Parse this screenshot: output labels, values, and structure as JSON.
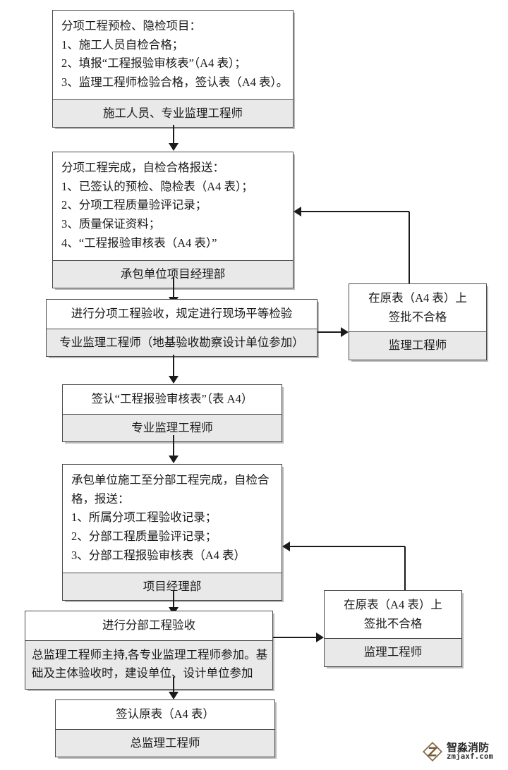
{
  "chart_data": {
    "type": "diagram",
    "title": "分项/分部工程验收流程图",
    "diagram_kind": "flowchart",
    "orientation": "top-to-bottom",
    "node_count": 9,
    "edge_count": 10
  },
  "nodes": {
    "n1": {
      "id": "n1",
      "body_lines": [
        "分项工程预检、隐检项目：",
        "1、施工人员自检合格；",
        "2、填报“工程报验审核表”（A4 表）；",
        "3、监理工程师检验合格，签认表（A4 表）。"
      ],
      "footer": "施工人员、专业监理工程师"
    },
    "n2": {
      "id": "n2",
      "body_lines": [
        "分项工程完成，自检合格报送：",
        "1、已签认的预检、隐检表（A4 表）；",
        "2、分项工程质量验评记录；",
        "3、质量保证资料；",
        "4、“工程报验审核表（A4 表）”"
      ],
      "footer": "承包单位项目经理部"
    },
    "n3": {
      "id": "n3",
      "body_lines": [
        "进行分项工程验收，规定进行现场平等检验"
      ],
      "footer": "专业监理工程师（地基验收勘察设计单位参加）"
    },
    "n4": {
      "id": "n4",
      "body_lines": [
        "签认“工程报验审核表”（表 A4）"
      ],
      "footer": "专业监理工程师"
    },
    "n5": {
      "id": "n5",
      "body_lines": [
        "承包单位施工至分部工程完成，自检合",
        "格，报送：",
        "1、所属分项工程验收记录；",
        "2、分部工程质量验评记录；",
        "3、分部工程报验审核表（A4 表）"
      ],
      "footer": "项目经理部"
    },
    "n6": {
      "id": "n6",
      "body_lines": [
        "进行分部工程验收"
      ],
      "footer_lines": [
        "总监理工程师主持,各专业监理工程师参加。基",
        "础及主体验收时，建设单位、设计单位参加"
      ]
    },
    "n7": {
      "id": "n7",
      "body_lines": [
        "签认原表（A4 表）"
      ],
      "footer": "总监理工程师"
    },
    "r1": {
      "id": "r1",
      "body_lines": [
        "在原表（A4 表）上",
        "签批不合格"
      ],
      "footer": "监理工程师"
    },
    "r2": {
      "id": "r2",
      "body_lines": [
        "在原表（A4 表）上",
        "签批不合格"
      ],
      "footer": "监理工程师"
    }
  },
  "watermark": {
    "title": "智淼消防",
    "url": "zmjaxf.com",
    "icon": "diamond-logo-icon"
  },
  "colors": {
    "border": "#4a4a4a",
    "footer_fill": "#e9e9e9",
    "body_fill": "#ffffff",
    "connector": "#1a1a1a",
    "shadow": "#b9b9b9",
    "page_bg": "#ffffff"
  }
}
